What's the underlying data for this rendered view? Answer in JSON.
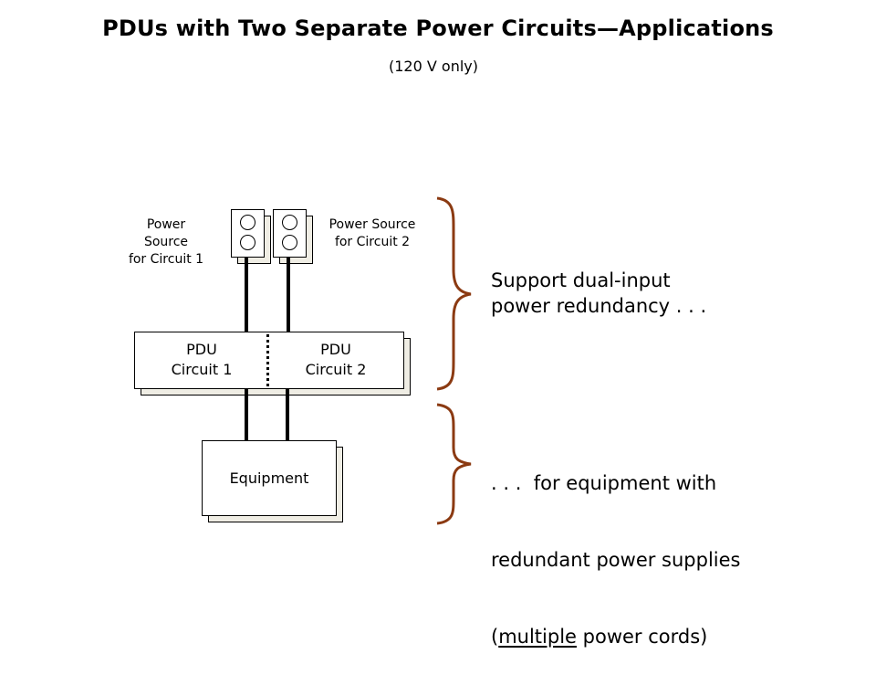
{
  "header": {
    "title": "PDUs with Two Separate Power Circuits—Applications",
    "subtitle": "(120 V only)"
  },
  "diagram": {
    "source1_label": [
      "Power",
      "Source",
      "for Circuit 1"
    ],
    "source2_label": [
      "Power Source",
      "for Circuit 2"
    ],
    "pdu_left": [
      "PDU",
      "Circuit 1"
    ],
    "pdu_right": [
      "PDU",
      "Circuit 2"
    ],
    "equipment_label": "Equipment"
  },
  "annotations": {
    "top": {
      "line1": "Support dual-input",
      "line2": "power redundancy . . ."
    },
    "bottom": {
      "line1": ". . .  for equipment with",
      "line2": "redundant power supplies",
      "line3_prefix": "(",
      "line3_underlined": "multiple",
      "line3_suffix": " power cords)"
    }
  },
  "colors": {
    "brace": "#8b3a12",
    "shadow": "#efede4"
  }
}
